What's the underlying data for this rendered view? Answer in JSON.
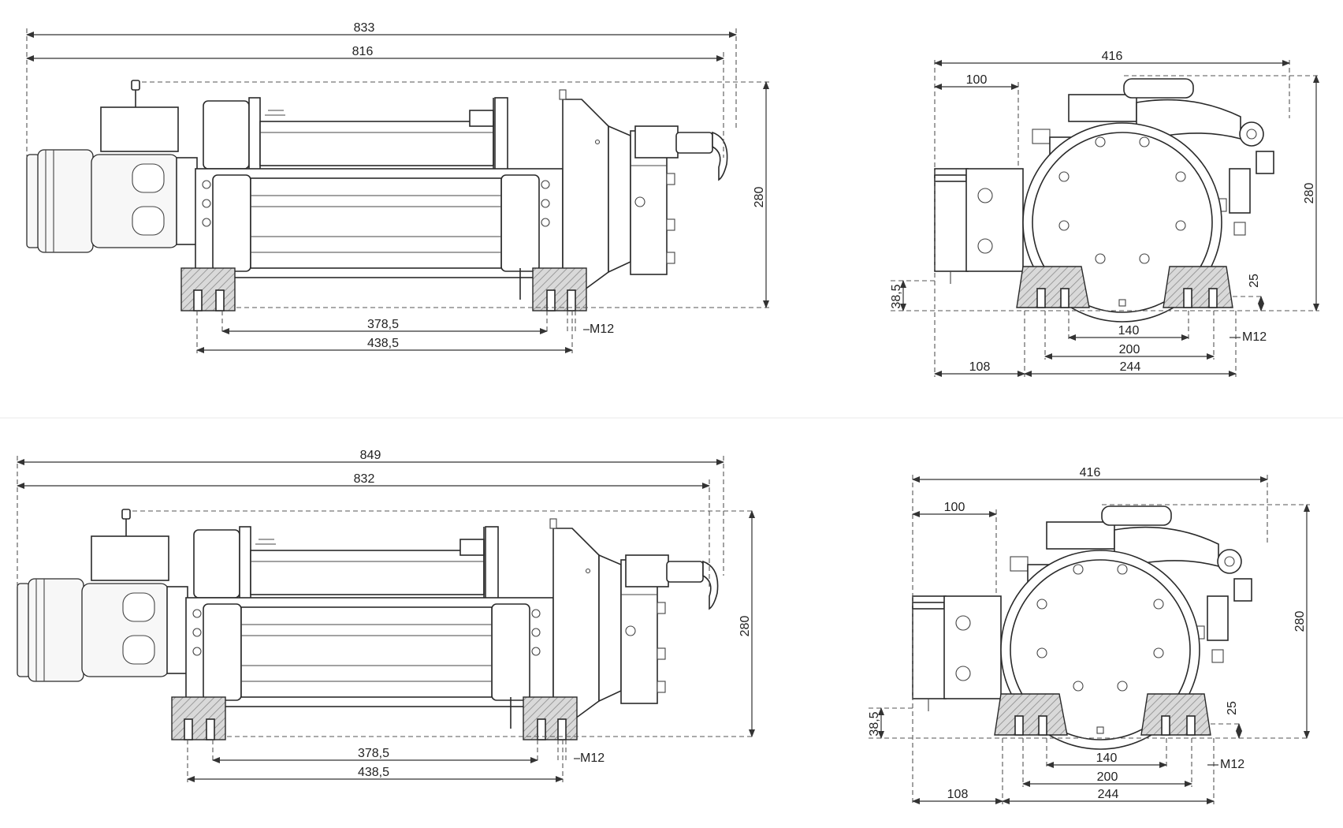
{
  "drawings": [
    {
      "side": {
        "overall_length": "833",
        "housing_length": "816",
        "height": "280",
        "inner_bolt_span": "378,5",
        "outer_bolt_span": "438,5",
        "bolt": "M12"
      },
      "front": {
        "width": "416",
        "motor_offset": "100",
        "height": "280",
        "base_height": "38,5",
        "foot_height": "25",
        "bolt_spacing_inner": "140",
        "bolt_spacing_outer": "200",
        "base_offset": "108",
        "base_width": "244",
        "bolt": "M12"
      }
    },
    {
      "side": {
        "overall_length": "849",
        "housing_length": "832",
        "height": "280",
        "inner_bolt_span": "378,5",
        "outer_bolt_span": "438,5",
        "bolt": "M12"
      },
      "front": {
        "width": "416",
        "motor_offset": "100",
        "height": "280",
        "base_height": "38,5",
        "foot_height": "25",
        "bolt_spacing_inner": "140",
        "bolt_spacing_outer": "200",
        "base_offset": "108",
        "base_width": "244",
        "bolt": "M12"
      }
    }
  ]
}
